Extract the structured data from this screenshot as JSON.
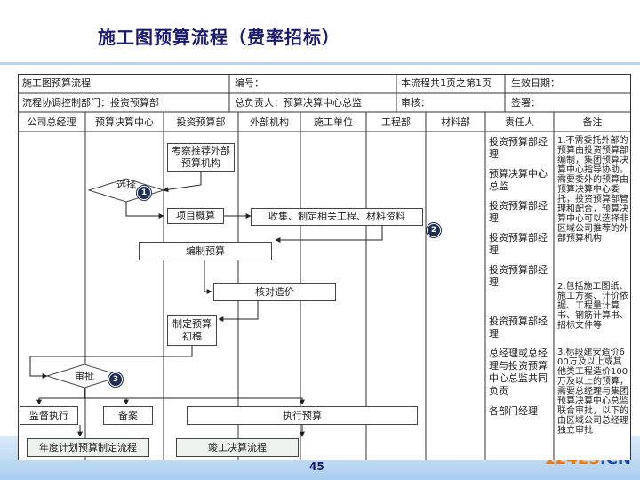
{
  "page_title": "施工图预算流程（费率招标）",
  "page_number": "45",
  "watermark": {
    "digits": "12425",
    "suffix": ".CN"
  },
  "header": {
    "row1": {
      "name": "施工图预算流程",
      "code": "编号：",
      "pages": "本流程共1页之第1页",
      "date": "生效日期："
    },
    "row2": {
      "dept": "流程协调控制部门：投资预算部",
      "owner": "总负责人：预算决算中心总监",
      "review": "审核：",
      "sign": "签署："
    }
  },
  "columns": [
    "公司总经理",
    "预算决算中心",
    "投资预算部",
    "外部机构",
    "施工单位",
    "工程部",
    "材料部",
    "责任人",
    "备注"
  ],
  "boxes": {
    "recommend": "考察推荐外部预算机构",
    "overview": "项目概算",
    "collect": "收集、制定相关工程、材料资料",
    "compile": "编制预算",
    "check": "核对造价",
    "draft": "制定预算初稿",
    "supervise": "监督执行",
    "record": "备案",
    "execute": "执行预算",
    "annual": "年度计划预算制定流程",
    "final": "竣工决算流程"
  },
  "decisions": {
    "select": "选择",
    "approve": "审批"
  },
  "badges": [
    "1",
    "2",
    "3"
  ],
  "responsible": [
    "投资预算部经理",
    "预算决算中心总监",
    "投资预算部经理",
    "投资预算部经理",
    "投资预算部经理",
    "投资预算部经理",
    "总经理或总经理与投资预算中心总监共同负责",
    "各部门经理"
  ],
  "notes": [
    "1.不需委托外部的预算由投资预算部编制，集团预算决算中心指导协助。需要委外的预算由预算决算中心委托，投资预算部管理和配合，预算决算中心可以选择非区域公司推荐的外部预算机构",
    "2.包括施工图纸、施工方案、计价依据、工程量计算书、钢筋计算书、招标文件等",
    "3.标段建安造价600万及以上或其他类工程造价100万及以上的预算，需要总经理与集团预算决算中心总监联合审批，以下的由区域公司总经理独立审批"
  ]
}
